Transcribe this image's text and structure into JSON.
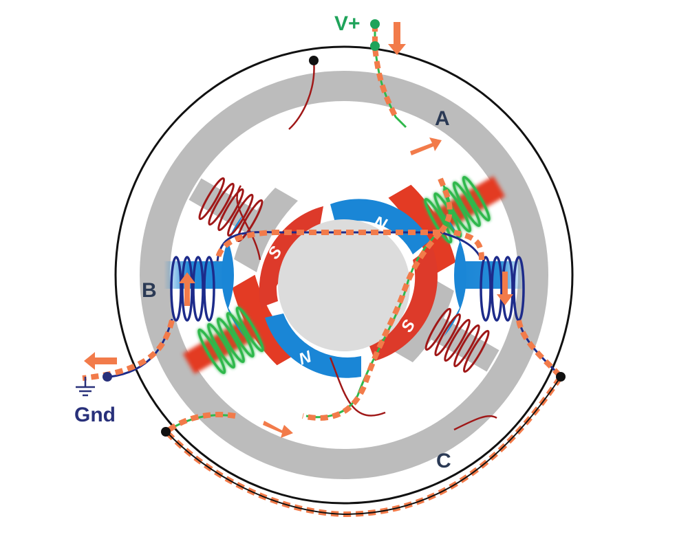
{
  "labels": {
    "phase_a": "A",
    "phase_b": "B",
    "phase_c": "C",
    "supply": "V+",
    "ground": "Gnd"
  },
  "rotor_poles": {
    "north_top": "N",
    "north_bottom": "N",
    "south_left": "S",
    "south_right": "S"
  },
  "colors": {
    "stator": "#bcbcbc",
    "hub": "#dcdcdc",
    "north_pole": "#1a86d6",
    "south_pole": "#dd3a2a",
    "energized_pole": "#e33b24",
    "coil_a": "#2fb84b",
    "coil_b": "#1d2b8a",
    "coil_c": "#a01818",
    "current_path": "#f27b4a",
    "supply_text": "#1fa35a",
    "ground_text": "#28307a",
    "phase_text": "#2b3a55",
    "outline": "#111111"
  },
  "icons": [
    "current-arrow-icon",
    "ground-symbol-icon",
    "terminal-dot-icon"
  ]
}
